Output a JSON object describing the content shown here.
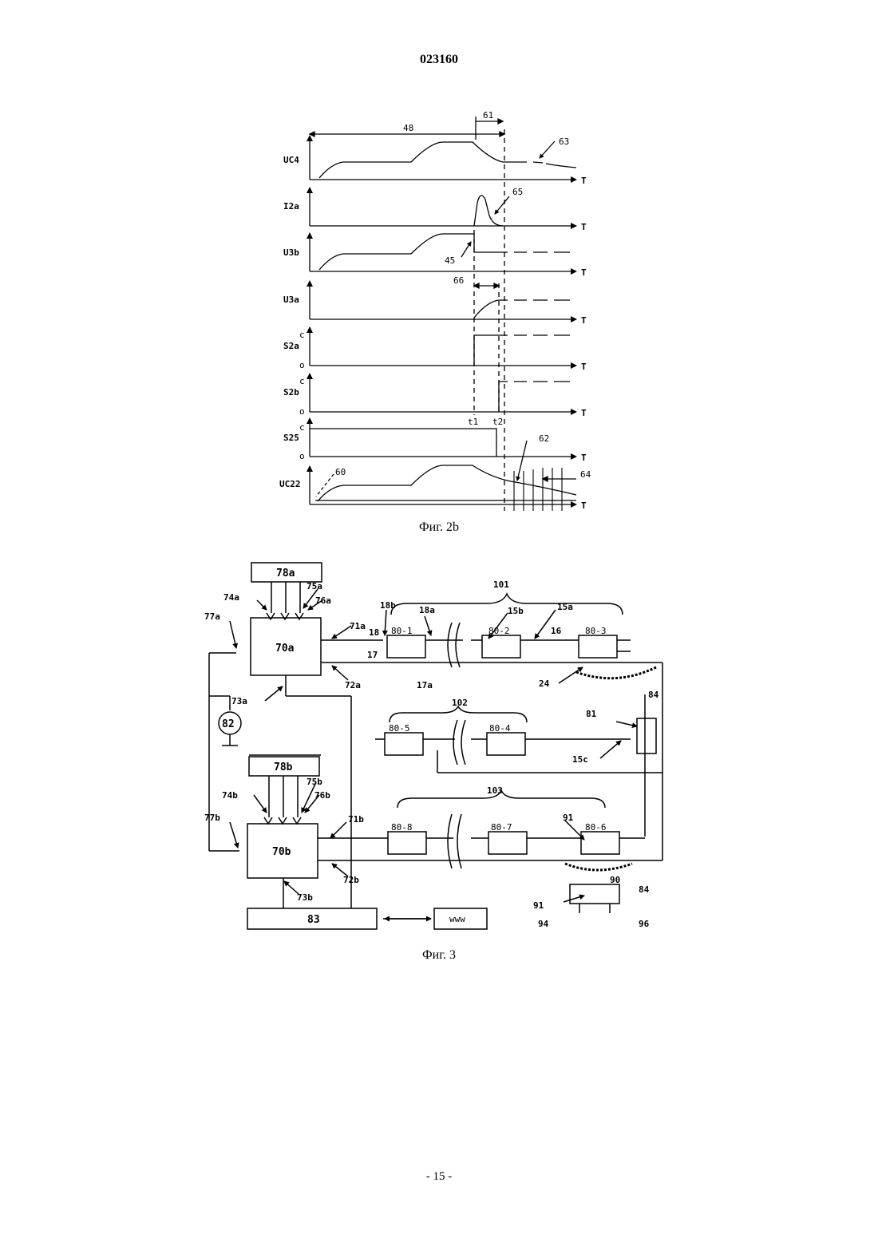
{
  "header": {
    "doc_number": "023160"
  },
  "fig2b": {
    "caption": "Фиг. 2b",
    "traces": [
      {
        "label": "UC4",
        "axis": "T"
      },
      {
        "label": "I2a",
        "axis": "T"
      },
      {
        "label": "U3b",
        "axis": "T"
      },
      {
        "label": "U3a",
        "axis": "T"
      },
      {
        "label": "S2a",
        "axis": "T",
        "hi": "c",
        "lo": "o"
      },
      {
        "label": "S2b",
        "axis": "T",
        "hi": "c",
        "lo": "o"
      },
      {
        "label": "S25",
        "axis": "T",
        "hi": "c",
        "lo": "o"
      },
      {
        "label": "UC22",
        "axis": "T"
      }
    ],
    "refs": {
      "r48": "48",
      "r61": "61",
      "r63": "63",
      "r65": "65",
      "r45": "45",
      "r66": "66",
      "r62": "62",
      "r60": "60",
      "r64": "64",
      "t1": "t1",
      "t2": "t2"
    }
  },
  "fig3": {
    "caption": "Фиг. 3",
    "blocks": {
      "b78a": "78a",
      "b70a": "70a",
      "b78b": "78b",
      "b70b": "70b",
      "b83": "83",
      "bwww": "www",
      "b82": "82"
    },
    "units": {
      "u801": "80-1",
      "u802": "80-2",
      "u803": "80-3",
      "u804": "80-4",
      "u805": "80-5",
      "u806": "80-6",
      "u807": "80-7",
      "u808": "80-8"
    },
    "groups": {
      "g101": "101",
      "g102": "102",
      "g103": "103"
    },
    "refs": {
      "r74a": "74a",
      "r75a": "75a",
      "r76a": "76a",
      "r77a": "77a",
      "r71a": "71a",
      "r72a": "72a",
      "r73a": "73a",
      "r18b": "18b",
      "r18a": "18a",
      "r18": "18",
      "r17": "17",
      "r17a": "17a",
      "r15b": "15b",
      "r15a": "15a",
      "r16": "16",
      "r24": "24",
      "r84a": "84",
      "r81": "81",
      "r15c": "15c",
      "r74b": "74b",
      "r75b": "75b",
      "r76b": "76b",
      "r77b": "77b",
      "r71b": "71b",
      "r72b": "72b",
      "r73b": "73b",
      "r91a": "91",
      "r90": "90",
      "r84b": "84",
      "r91b": "91",
      "r94": "94",
      "r96": "96"
    }
  },
  "footer": {
    "page": "- 15 -"
  }
}
